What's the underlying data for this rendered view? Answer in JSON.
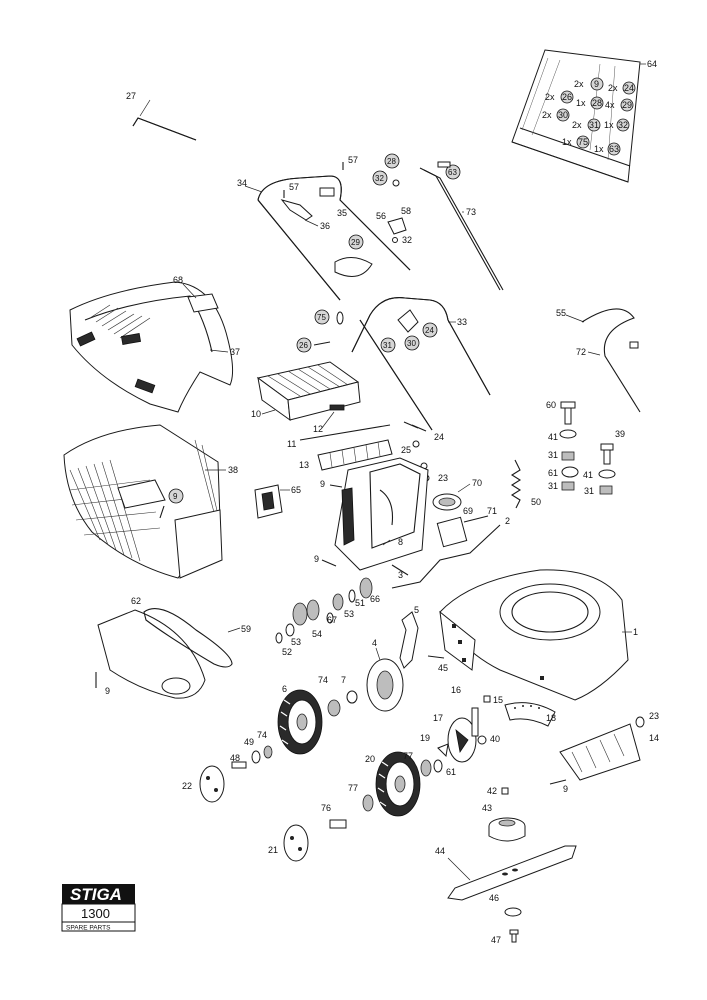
{
  "labels": {
    "l1": "1",
    "l2": "2",
    "l3": "3",
    "l4": "4",
    "l5": "5",
    "l6": "6",
    "l7": "7",
    "l8": "8",
    "l9a": "9",
    "l9b": "9",
    "l9c": "9",
    "l9d": "9",
    "l10": "10",
    "l11": "11",
    "l12": "12",
    "l13": "13",
    "l14": "14",
    "l15": "15",
    "l16": "16",
    "l17": "17",
    "l18": "18",
    "l19": "19",
    "l20": "20",
    "l21": "21",
    "l22": "22",
    "l23a": "23",
    "l23b": "23",
    "l24": "24",
    "l25": "25",
    "l27": "27",
    "l31a": "31",
    "l31b": "31",
    "l33": "33",
    "l34": "34",
    "l35": "35",
    "l36": "36",
    "l37": "37",
    "l38": "38",
    "l39": "39",
    "l40": "40",
    "l41a": "41",
    "l41b": "41",
    "l42": "42",
    "l43": "43",
    "l44": "44",
    "l45": "45",
    "l46": "46",
    "l47": "47",
    "l48": "48",
    "l49": "49",
    "l50": "50",
    "l51": "51",
    "l52": "52",
    "l53a": "53",
    "l53b": "53",
    "l54": "54",
    "l55": "55",
    "l56": "56",
    "l57a": "57",
    "l57b": "57",
    "l58": "58",
    "l59": "59",
    "l60": "60",
    "l61a": "61",
    "l61b": "61",
    "l62": "62",
    "l64": "64",
    "l65": "65",
    "l66": "66",
    "l67": "67",
    "l68": "68",
    "l69": "69",
    "l70": "70",
    "l71": "71",
    "l72": "72",
    "l73": "73",
    "l74a": "74",
    "l74b": "74",
    "l76": "76",
    "l77a": "77",
    "l77b": "77"
  },
  "circled": {
    "c28": "28",
    "c32": "32",
    "c63": "63",
    "c29": "29",
    "c75": "75",
    "c26": "26",
    "c31": "31",
    "c30": "30",
    "c24": "24",
    "c9": "9"
  },
  "kit": [
    {
      "qty": "2x",
      "part": "9"
    },
    {
      "qty": "2x",
      "part": "24"
    },
    {
      "qty": "2x",
      "part": "26"
    },
    {
      "qty": "1x",
      "part": "28"
    },
    {
      "qty": "4x",
      "part": "29"
    },
    {
      "qty": "2x",
      "part": "30"
    },
    {
      "qty": "2x",
      "part": "31"
    },
    {
      "qty": "1x",
      "part": "32"
    },
    {
      "qty": "1x",
      "part": "75"
    },
    {
      "qty": "1x",
      "part": "63"
    }
  ],
  "logo": {
    "brand": "STIGA",
    "model": "1300",
    "caption": "SPARE PARTS"
  }
}
